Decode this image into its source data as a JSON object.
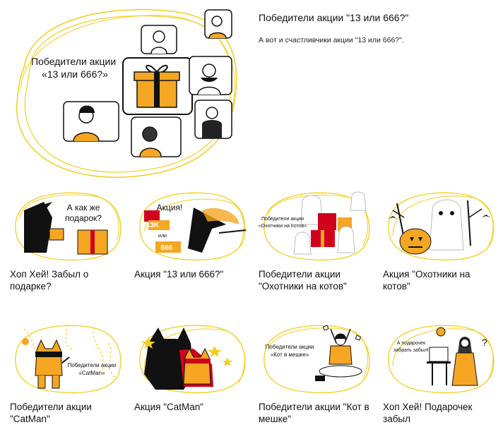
{
  "featured": {
    "image_text": "Победители акции «13 или 666?»",
    "title": "Победители акции \"13 или 666?\"",
    "description": "А вот и счастливчики акции \"13 или 666?\"."
  },
  "cards": [
    {
      "caption": "Хоп Хей! Забыл о подарке?",
      "image_text": "А как же подарок?"
    },
    {
      "caption": "Акция \"13 или 666?\"",
      "image_text": "Акция!",
      "badge_13k": "13K",
      "badge_or": "или",
      "badge_666": "666"
    },
    {
      "caption": "Победители акции \"Охотники на котов\"",
      "image_text": "Победители акции «Охотники на Котов»"
    },
    {
      "caption": "Акция \"Охотники на котов\""
    },
    {
      "caption": "Победители акции \"CatMan\"",
      "image_text": "Победители акции «CatMan»"
    },
    {
      "caption": "Акция \"CatMan\""
    },
    {
      "caption": "Победители акции \"Кот в мешке\"",
      "image_text": "Победители акции «Кот в мешке»"
    },
    {
      "caption": "Хоп Хей! Подарочек забыл",
      "image_text": "А подарочек забрать забыл!"
    }
  ],
  "colors": {
    "accent": "#f5a623",
    "outline": "#f2cf1d",
    "dark": "#111111"
  }
}
